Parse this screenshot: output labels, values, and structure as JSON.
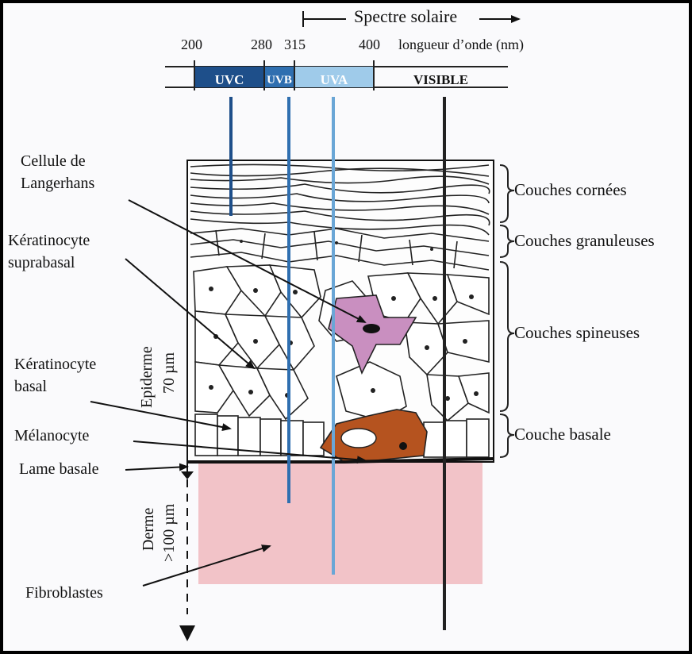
{
  "spectrum": {
    "title": "Spectre solaire",
    "wavelength_label": "longueur d’onde (nm)",
    "ticks": [
      "200",
      "280",
      "315",
      "400"
    ],
    "bands": [
      {
        "label": "UVC",
        "color": "#1e4f8a",
        "text_color": "#ffffff"
      },
      {
        "label": "UVB",
        "color": "#2f6fb0",
        "text_color": "#ffffff"
      },
      {
        "label": "UVA",
        "color": "#9fcbea",
        "text_color": "#ffffff"
      },
      {
        "label": "VISIBLE",
        "color": "#fafafc",
        "text_color": "#111111"
      }
    ]
  },
  "left_labels": {
    "langerhans": [
      "Cellule de",
      "Langerhans"
    ],
    "suprabasal": [
      "Kératinocyte",
      "suprabasal"
    ],
    "basal": [
      "Kératinocyte",
      "basal"
    ],
    "melanocyte": "Mélanocyte",
    "lame": "Lame basale",
    "fibroblastes": "Fibroblastes"
  },
  "right_labels": {
    "cornees": "Couches cornées",
    "granuleuses": "Couches granuleuses",
    "spineuses": "Couches spineuses",
    "basale": "Couche basale"
  },
  "vertical_labels": {
    "epiderme": "Epiderme",
    "epiderme_size": "70 µm",
    "derme": "Derme",
    "derme_size": ">100 µm"
  },
  "colors": {
    "derme": "#f2c3c8",
    "langerhans": "#c98fc0",
    "melanocyte": "#b5531f"
  }
}
